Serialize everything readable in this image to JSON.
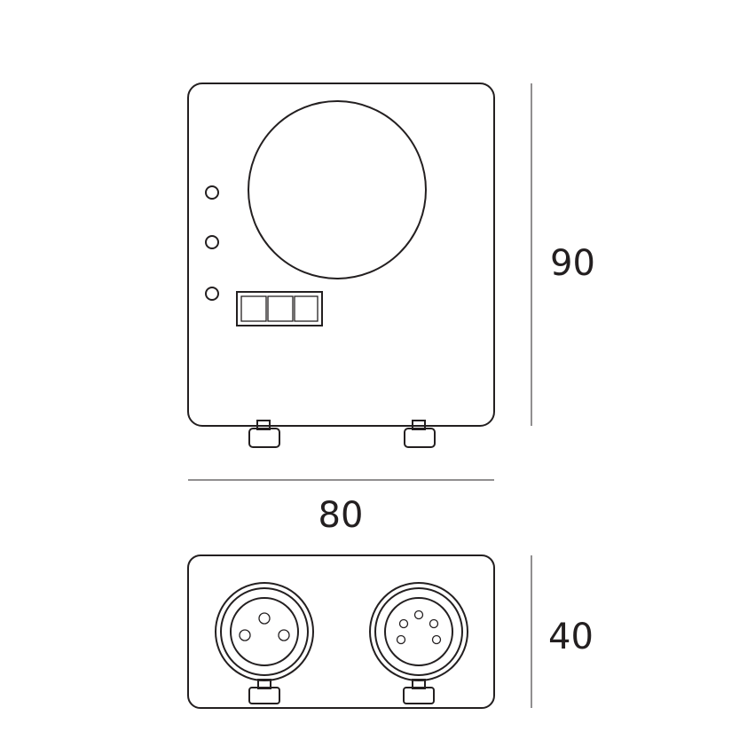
{
  "dimensions": {
    "height_front": "90",
    "width": "80",
    "depth": "40"
  },
  "colors": {
    "stroke": "#231f20",
    "background": "#ffffff"
  }
}
